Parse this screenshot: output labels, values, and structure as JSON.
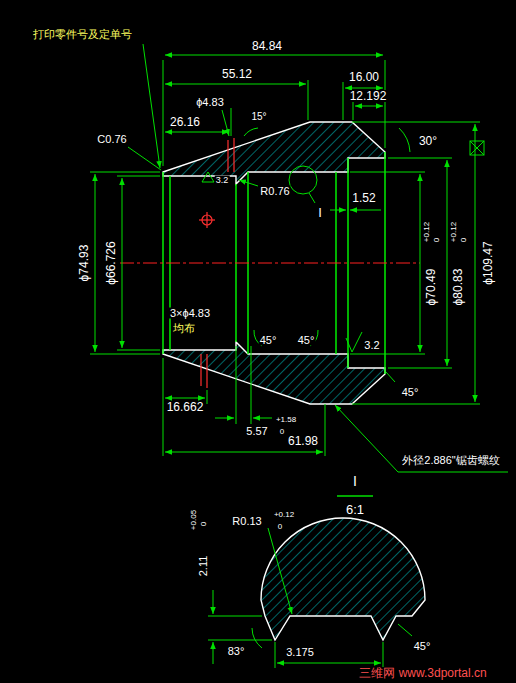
{
  "diagram": {
    "labels": [
      "打印零件号及定单号",
      "84.84",
      "55.12",
      "16.00",
      "12.192",
      "ϕ4.83",
      "26.16",
      "15°",
      "C0.76",
      "R0.76",
      "30°",
      "I",
      "1.52",
      "ϕ74.93",
      "ϕ66.726",
      "ϕ70.49",
      "+0.12",
      "0",
      "ϕ80.83",
      "+0.12",
      "0",
      "ϕ109.47",
      "3×ϕ4.83",
      "均布",
      "45°",
      "45°",
      "3.2",
      "45°",
      "16.662",
      "5.57",
      "+1.58",
      "0",
      "61.98",
      "外径2.886\"锯齿螺纹",
      "3.2",
      "I",
      "6:1",
      "R0.13",
      "+0.12",
      "0",
      "2.11",
      "+0.05",
      "0",
      "83°",
      "3.175",
      "45°",
      "三维网 www.3dportal.cn"
    ]
  }
}
